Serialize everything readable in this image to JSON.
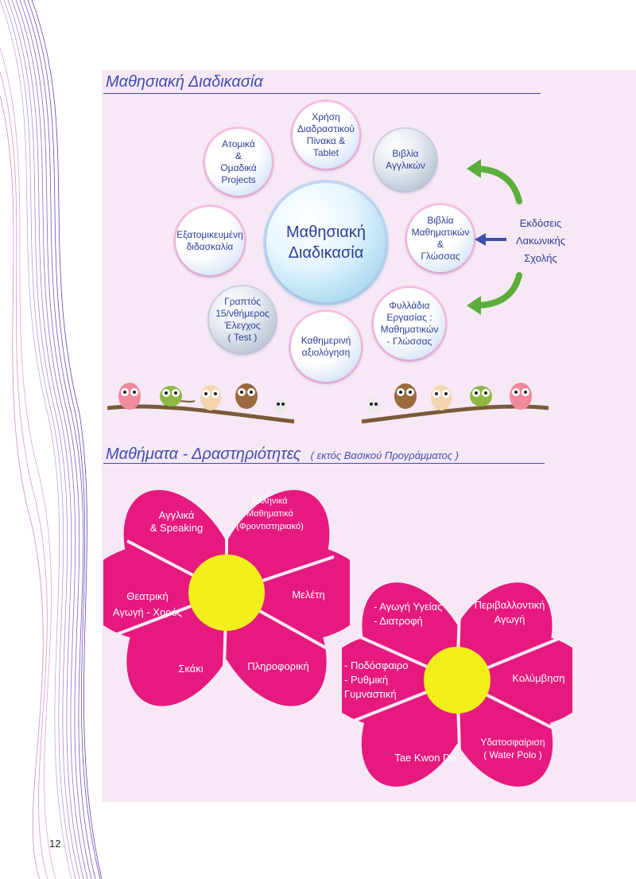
{
  "section1": {
    "title": "Μαθησιακή Διαδικασία",
    "center": "Μαθησιακή\nΔιαδικασία",
    "bubbles": [
      "Χρήση\nΔιαδραστικού\nΠίνακα &\nTablet",
      "Βιβλία\nΑγγλικών",
      "Βιβλία\nΜαθηματικών\n&\nΓλώσσας",
      "Φυλλάδια\nΕργασίας :\nΜαθηματικών\n- Γλώσσας",
      "Καθημερινή\nαξιολόγηση",
      "Γραπτός\n15/νθήμερος\nΈλεγχος\n( Test )",
      "Εξατομικευμένη\nδιδασκαλία",
      "Ατομικά\n&\nΟμαδικά\nProjects"
    ],
    "publisher": "Εκδόσεις\nΛακωνικής\nΣχολής"
  },
  "section2": {
    "title": "Μαθήματα - Δραστηριότητες",
    "subtitle": "( εκτός Βασικού Προγράμματος )",
    "flower1": [
      "Αγγλικά\n& Speaking",
      "Ελληνικά\nΜαθηματικά\n(Φροντιστηριακό)",
      "Μελέτη",
      "Πληροφορική",
      "Σκάκι",
      "Θεατρική\nΑγωγή - Χορός"
    ],
    "flower2": [
      "- Αγωγή Υγείας\n- Διατροφή",
      "Περιβαλλοντική\nΑγωγή",
      "Κολύμβηση",
      "Υδατοσφαίριση\n( Water Polo )",
      "Tae Kwon Do",
      "- Ποδόσφαιρο\n- Ρυθμική\nΓυμναστική"
    ]
  },
  "page_number": "12",
  "colors": {
    "accent": "#3f4fb0",
    "petal": "#e6197f",
    "center": "#f2ef1a",
    "arrow": "#5cae3c"
  }
}
